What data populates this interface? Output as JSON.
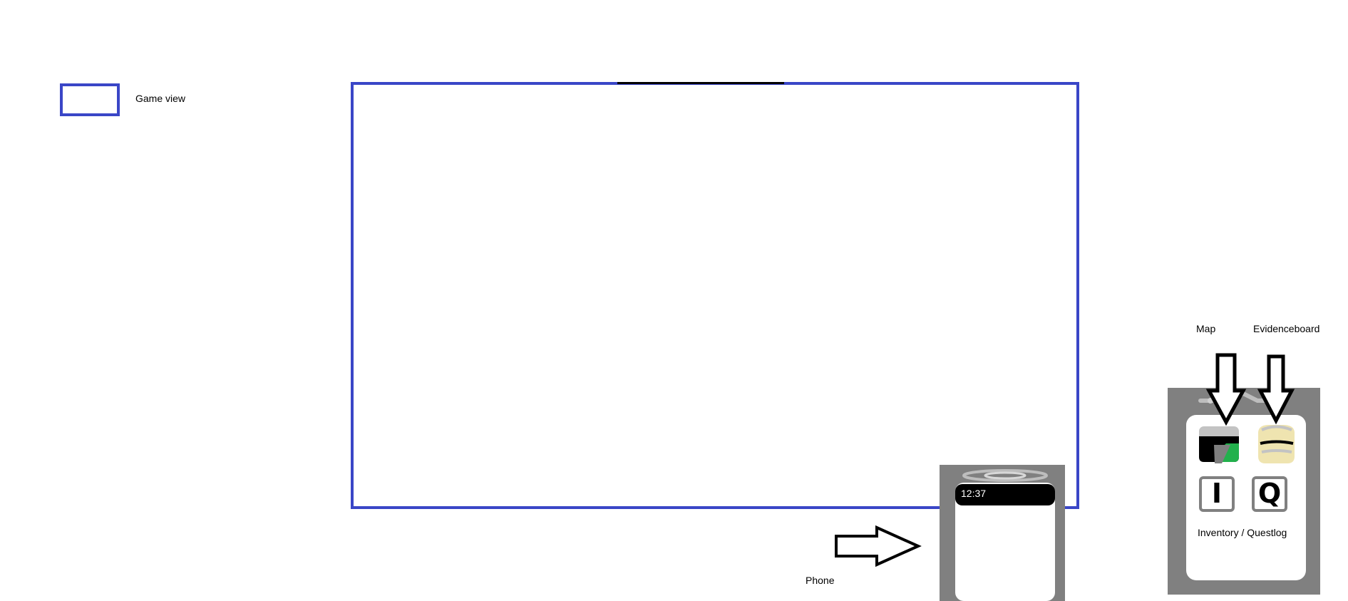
{
  "legend": {
    "label": "Game view"
  },
  "phone": {
    "time": "12:37",
    "label": "Phone"
  },
  "menu": {
    "map_label": "Map",
    "evidence_label": "Evidenceboard",
    "inventory_glyph": "I",
    "questlog_glyph": "Q",
    "inventory_questlog_label": "Inventory / Questlog"
  },
  "colors": {
    "frame_blue": "#3a46c7",
    "device_gray": "#808080",
    "map_green": "#22b14c",
    "evidence_cream": "#efe4b0"
  }
}
